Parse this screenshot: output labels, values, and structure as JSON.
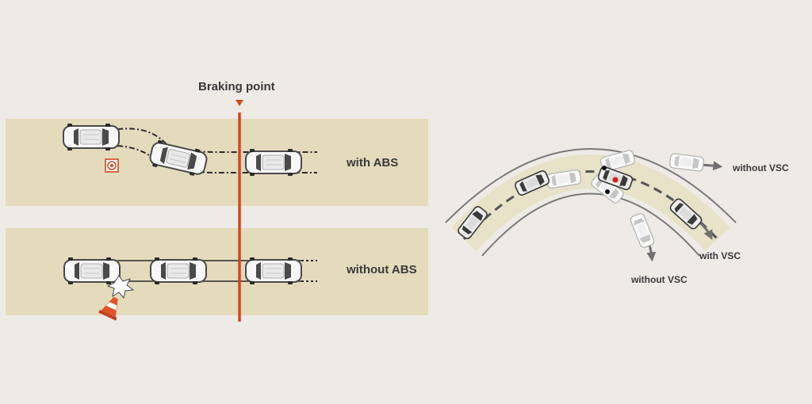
{
  "abs": {
    "braking_point": "Braking point",
    "with_abs": "with ABS",
    "without_abs": "without ABS"
  },
  "vsc": {
    "without_vsc_top": "without VSC",
    "with_vsc": "with VSC",
    "without_vsc_bottom": "without VSC"
  },
  "colors": {
    "background": "#eeebe7",
    "road": "#e4dbbd",
    "braking_line": "#d2481f",
    "curve_road": "#e7e2c8",
    "arrow": "#707070"
  }
}
